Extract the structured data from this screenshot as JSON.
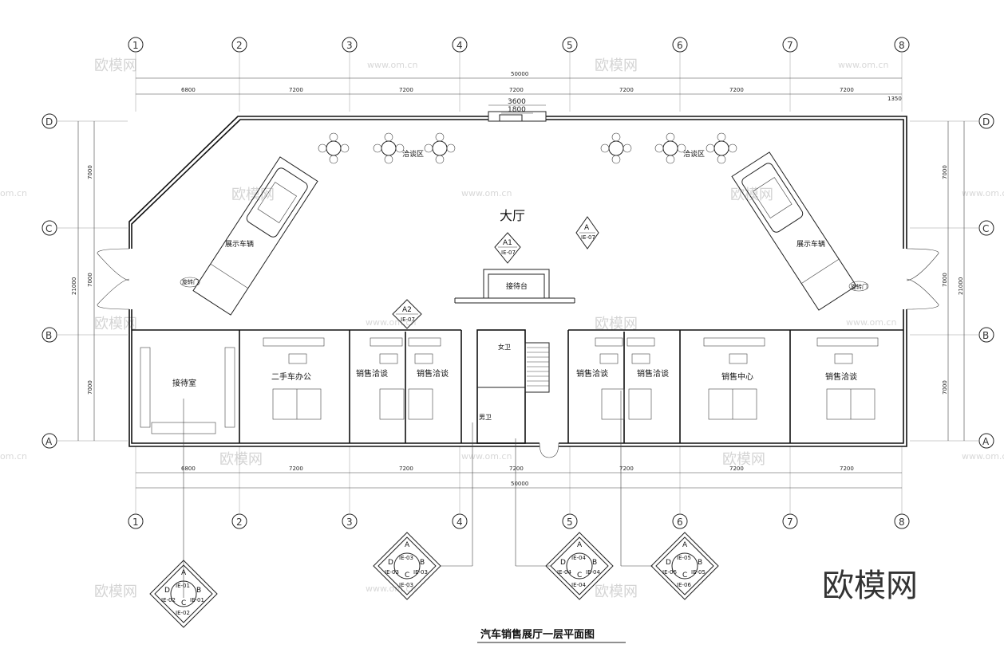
{
  "plan": {
    "title": "汽车销售展厅一层平面图",
    "axes_x": [
      "1",
      "2",
      "3",
      "4",
      "5",
      "6",
      "7",
      "8"
    ],
    "axes_y": [
      "D",
      "C",
      "B",
      "A"
    ],
    "dims_top": [
      "6800",
      "7200",
      "7200",
      "7200",
      "7200",
      "7200",
      "7200",
      "1350"
    ],
    "dim_total": "50000",
    "dims_bottom": [
      "6800",
      "7200",
      "7200",
      "7200",
      "7200",
      "7200",
      "7200"
    ],
    "dims_side": [
      "7000",
      "7000",
      "7000"
    ],
    "dim_side_total": "21000",
    "entrance_dims": [
      "3600",
      "1800"
    ],
    "rooms": {
      "hall": "大厅",
      "negotiation_left": "洽谈区",
      "negotiation_right": "洽谈区",
      "display_left": "展示车辆",
      "display_right": "展示车辆",
      "reception_desk": "接待台",
      "reception_room": "接待室",
      "used_car_office": "二手车办公",
      "sales_talk_1": "销售洽谈",
      "sales_talk_2": "销售洽谈",
      "womens_wc": "女卫",
      "mens_wc": "男卫",
      "sales_talk_3": "销售洽谈",
      "sales_talk_4": "销售洽谈",
      "sales_center": "销售中心",
      "sales_talk_5": "销售洽谈"
    },
    "markers": {
      "hall_a": {
        "letter": "A",
        "ref": "IE-07"
      },
      "a1": {
        "letter": "A1",
        "ref": "IE-07"
      },
      "a2": {
        "letter": "A2",
        "ref": "IE-07"
      }
    },
    "elevation_keys": [
      {
        "a": "A",
        "b": "B",
        "c": "C",
        "d": "D",
        "ra": "IE-01",
        "rb": "IE-01",
        "rc": "IE-02",
        "rd": "IE-02"
      },
      {
        "a": "A",
        "b": "B",
        "c": "C",
        "d": "D",
        "ra": "IE-03",
        "rb": "IE-03",
        "rc": "IE-03",
        "rd": "IE-03"
      },
      {
        "a": "A",
        "b": "B",
        "c": "C",
        "d": "D",
        "ra": "IE-04",
        "rb": "IE-04",
        "rc": "IE-04",
        "rd": "IE-04"
      },
      {
        "a": "A",
        "b": "B",
        "c": "C",
        "d": "D",
        "ra": "IE-05",
        "rb": "IE-05",
        "rc": "IE-06",
        "rd": "IE-06"
      }
    ],
    "door_labels": {
      "left": "旋转门",
      "right": "旋转门"
    }
  },
  "watermark": {
    "logo": "欧模网",
    "url": "www.om.cn",
    "url_cut": "om.cn"
  }
}
